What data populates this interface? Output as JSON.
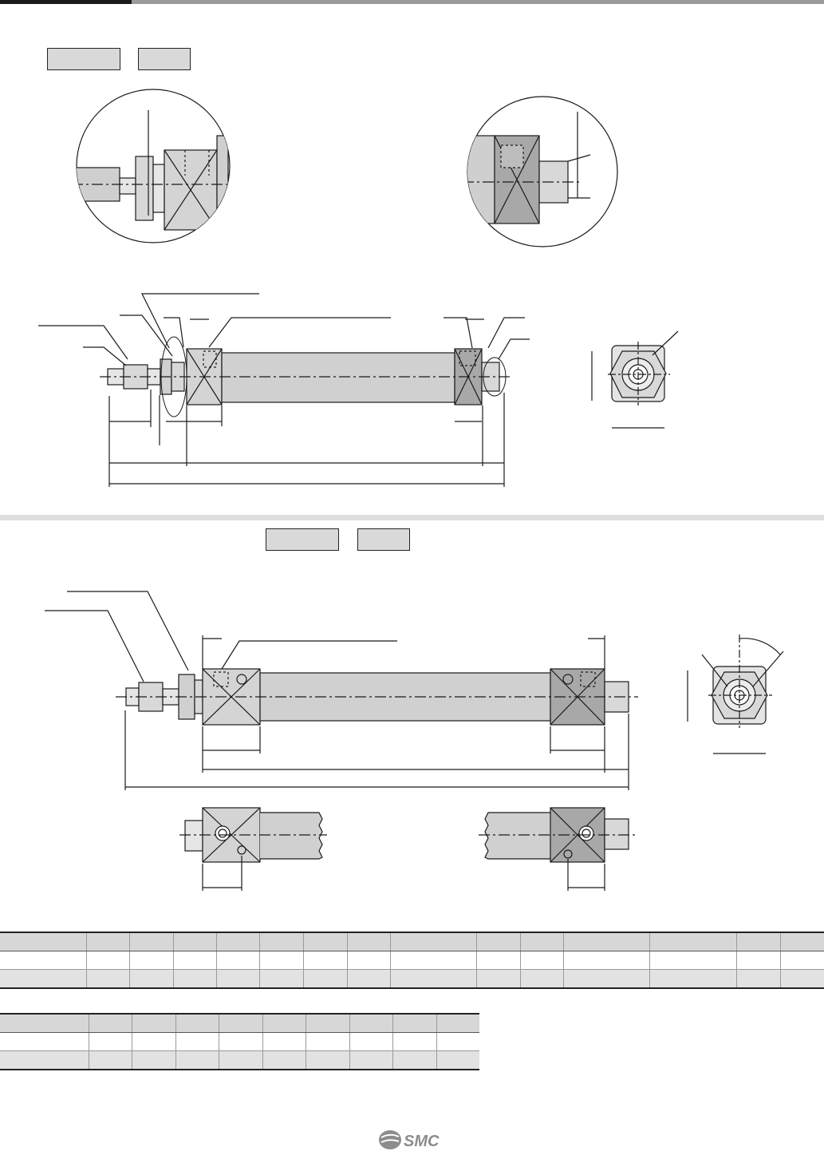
{
  "brand": {
    "logo_text": "SMC",
    "logo_color": "#8c8c8c"
  },
  "colors": {
    "ink": "#1a1a1a",
    "body_fill": "#d4d4d4",
    "dark_fill": "#a8a8a8",
    "header_fill": "#d7d7d7"
  },
  "tables": {
    "upper_columns": 15,
    "lower_columns": 10
  }
}
